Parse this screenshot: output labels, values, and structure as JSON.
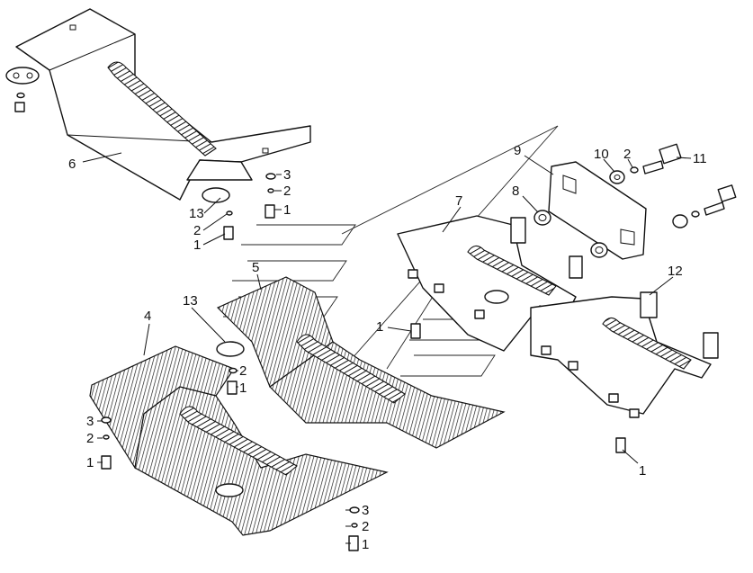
{
  "figure": {
    "background": "#ffffff",
    "ink": "#111111"
  },
  "callouts": [
    {
      "id": "c1",
      "text": "1"
    },
    {
      "id": "c2",
      "text": "2"
    },
    {
      "id": "c3",
      "text": "3"
    },
    {
      "id": "c4",
      "text": "4"
    },
    {
      "id": "c5",
      "text": "5"
    },
    {
      "id": "c6",
      "text": "6"
    },
    {
      "id": "c7",
      "text": "7"
    },
    {
      "id": "c8",
      "text": "8"
    },
    {
      "id": "c9",
      "text": "9"
    },
    {
      "id": "c10",
      "text": "10"
    },
    {
      "id": "c11",
      "text": "11"
    },
    {
      "id": "c12",
      "text": "12"
    },
    {
      "id": "c13",
      "text": "13"
    }
  ]
}
